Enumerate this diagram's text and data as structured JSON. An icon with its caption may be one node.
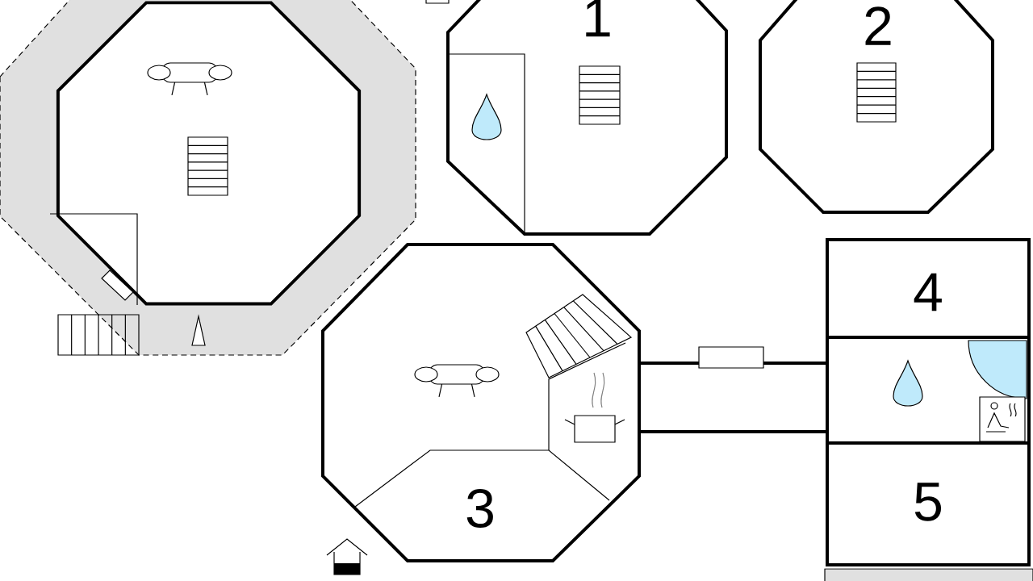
{
  "diagram": {
    "nodes": [
      {
        "text": [],
        "shape": "octagon"
      },
      {
        "text": [
          "1"
        ]
      },
      {
        "text": [
          "2"
        ]
      },
      {
        "text": [
          "3"
        ]
      },
      {
        "text": [
          "4"
        ]
      },
      {
        "text": [
          "5"
        ]
      }
    ]
  }
}
